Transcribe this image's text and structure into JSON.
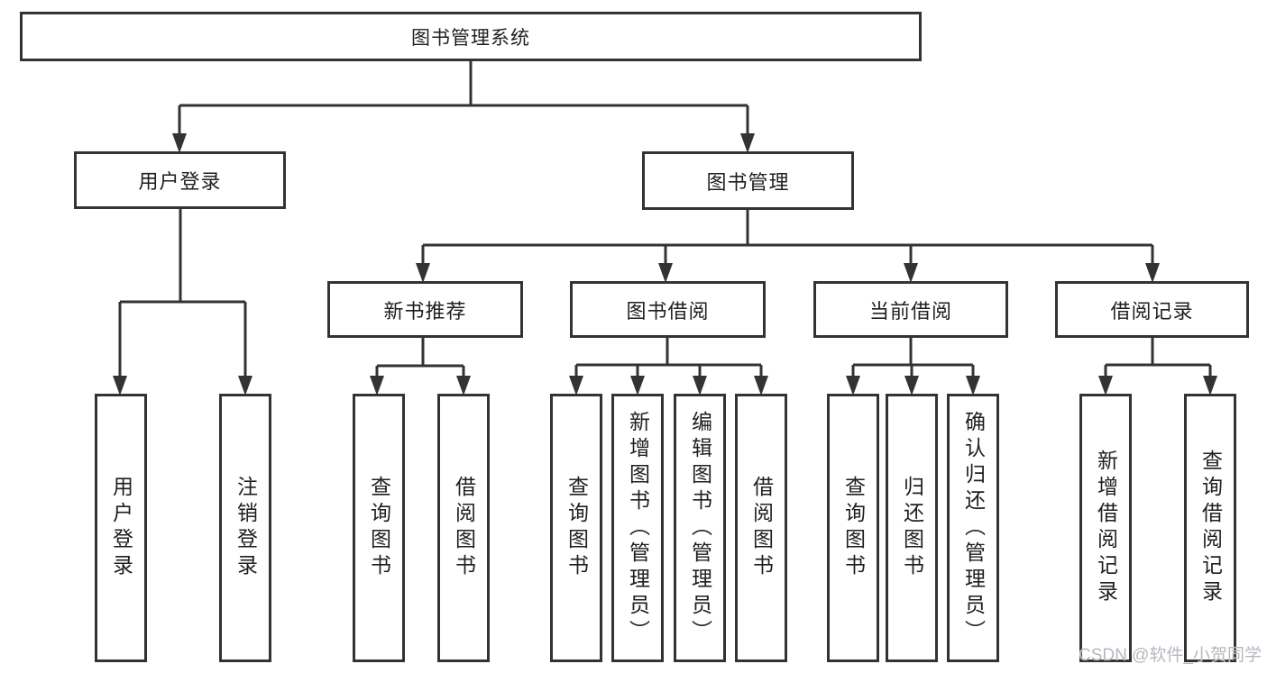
{
  "diagram": {
    "root": {
      "label": "图书管理系统"
    },
    "level2": [
      {
        "label": "用户登录"
      },
      {
        "label": "图书管理"
      }
    ],
    "level3": [
      {
        "label": "新书推荐",
        "parent": "图书管理"
      },
      {
        "label": "图书借阅",
        "parent": "图书管理"
      },
      {
        "label": "当前借阅",
        "parent": "图书管理"
      },
      {
        "label": "借阅记录",
        "parent": "图书管理"
      }
    ],
    "leaves": [
      {
        "label": "用户登录",
        "parent": "用户登录"
      },
      {
        "label": "注销登录",
        "parent": "用户登录"
      },
      {
        "label": "查询图书",
        "parent": "新书推荐"
      },
      {
        "label": "借阅图书",
        "parent": "新书推荐"
      },
      {
        "label": "查询图书",
        "parent": "图书借阅"
      },
      {
        "label": "新增图书（管理员）",
        "parent": "图书借阅"
      },
      {
        "label": "编辑图书（管理员）",
        "parent": "图书借阅"
      },
      {
        "label": "借阅图书",
        "parent": "图书借阅"
      },
      {
        "label": "查询图书",
        "parent": "当前借阅"
      },
      {
        "label": "归还图书",
        "parent": "当前借阅"
      },
      {
        "label": "确认归还（管理员）",
        "parent": "当前借阅"
      },
      {
        "label": "新增借阅记录",
        "parent": "借阅记录"
      },
      {
        "label": "查询借阅记录",
        "parent": "借阅记录"
      }
    ]
  },
  "watermark": "CSDN @软件_小贺同学",
  "colors": {
    "line": "#333333",
    "text": "#1f1f1f",
    "background": "#ffffff",
    "watermark": "#b4b8c0"
  }
}
